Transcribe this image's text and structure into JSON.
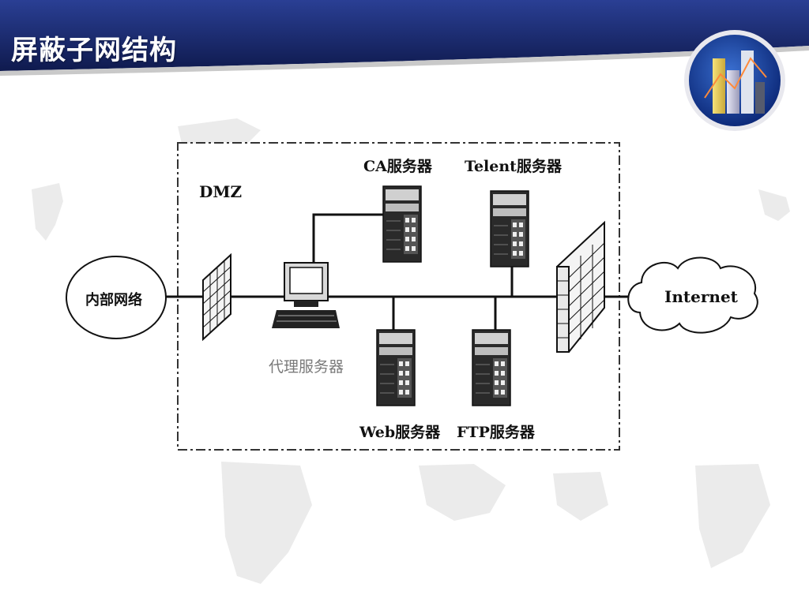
{
  "slide": {
    "title": "屏蔽子网结构"
  },
  "diagram": {
    "zone_label": "DMZ",
    "internal_network": "内部网络",
    "internet": "Internet",
    "proxy_server": "代理服务器",
    "ca_server": "CA服务器",
    "telnet_server": "Telent服务器",
    "web_server": "Web服务器",
    "ftp_server": "FTP服务器"
  },
  "theme": {
    "title_bar": "#1b2a6b",
    "accent": "#2c4aa8",
    "line": "#111111",
    "map": "#ebebeb"
  },
  "icons": [
    "chart-logo-icon",
    "firewall-icon",
    "server-icon",
    "computer-icon",
    "cloud-icon"
  ]
}
